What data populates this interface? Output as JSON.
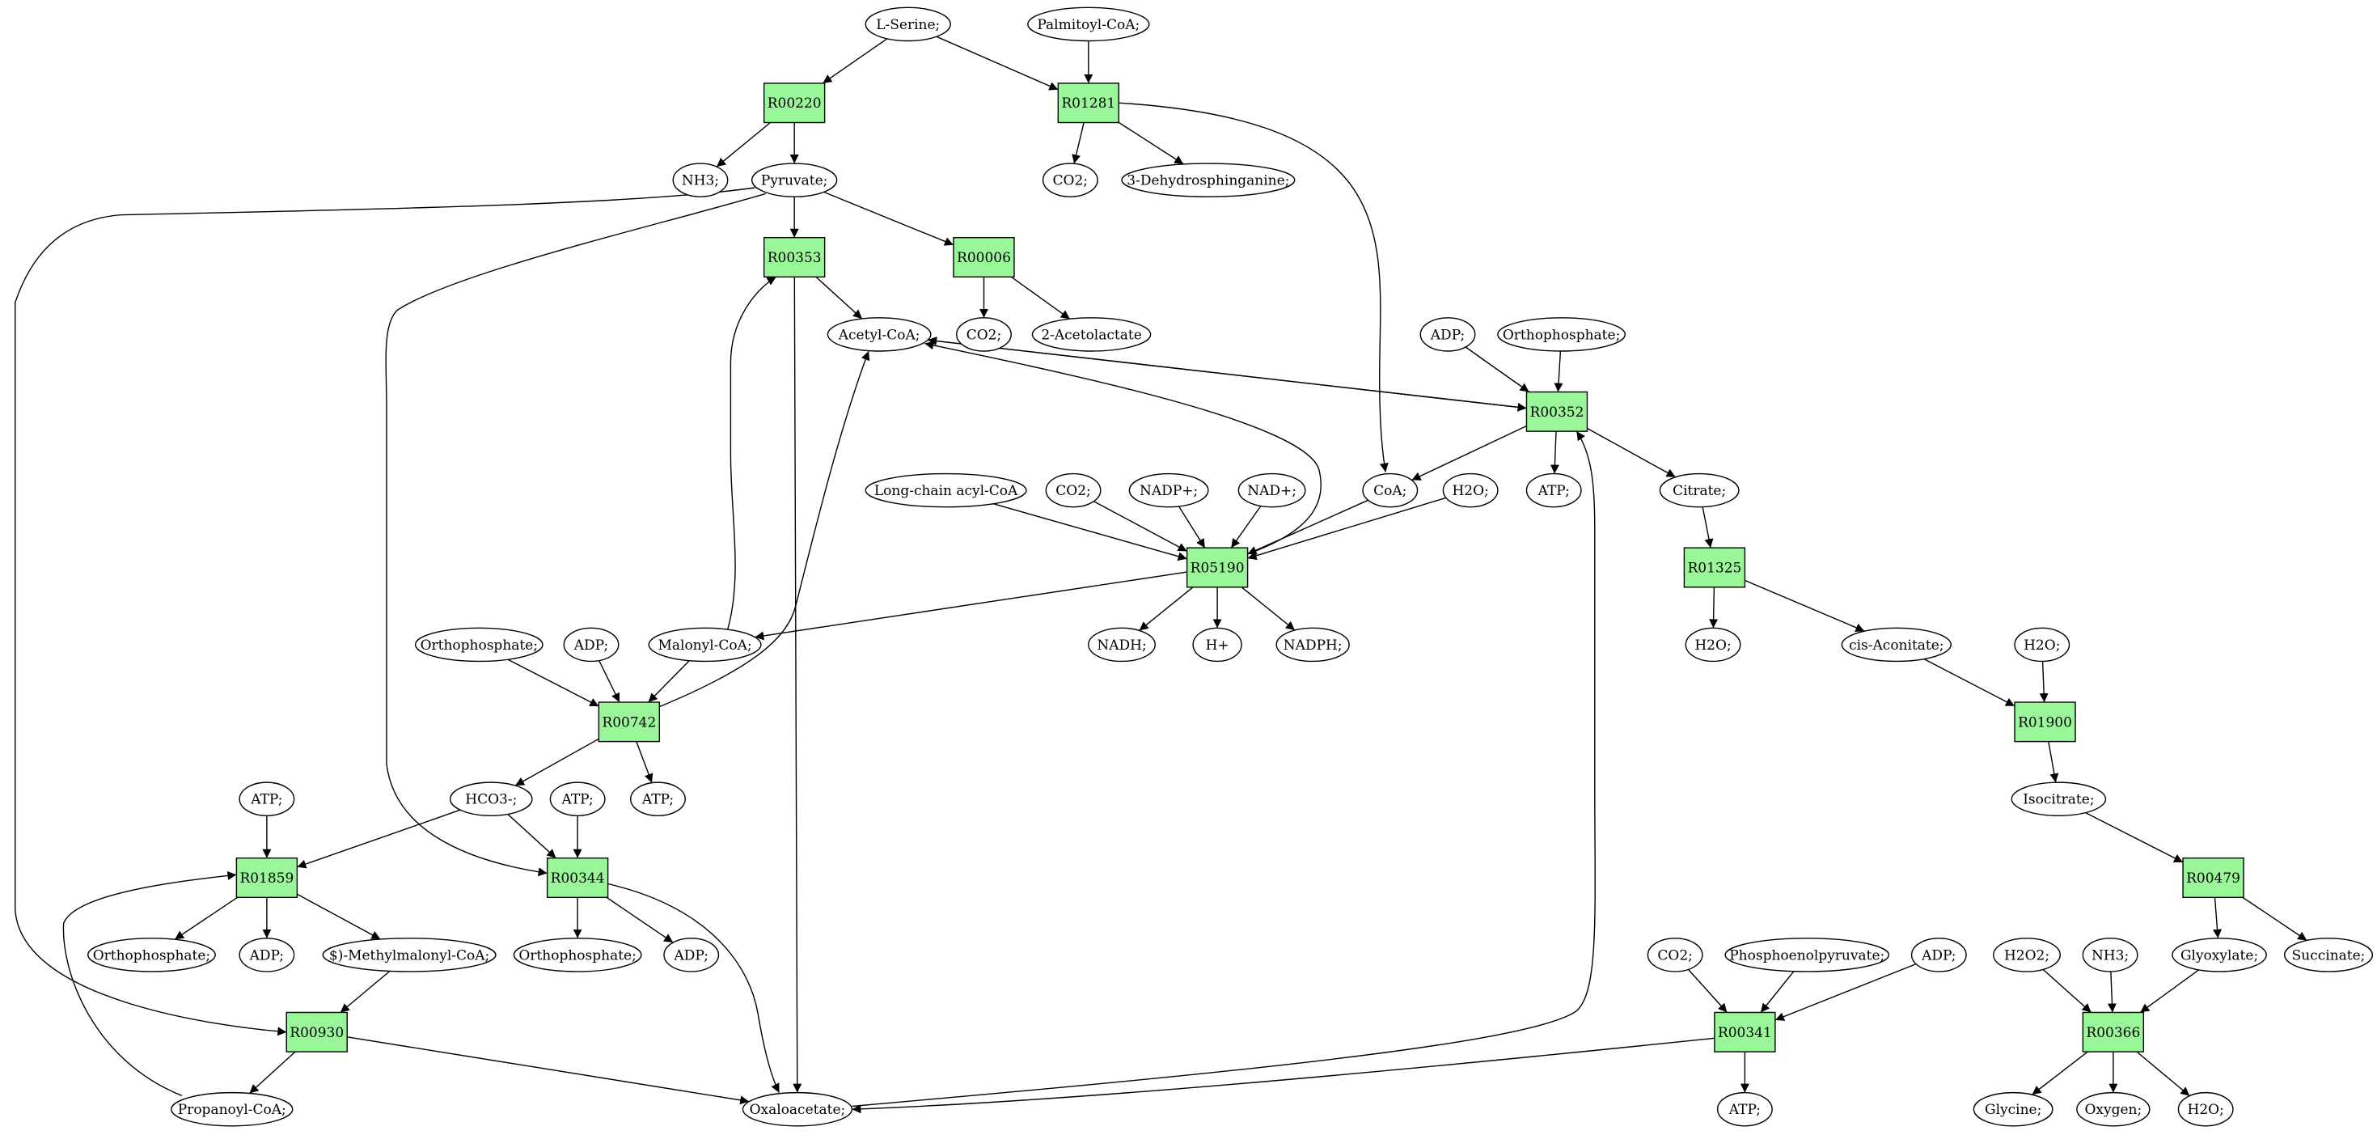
{
  "colors": {
    "reaction_fill": "#99f799",
    "start_fill": "#00ff00",
    "target_fill": "#ffff00",
    "compound_fill": "#ffffff",
    "stroke": "#000000"
  },
  "nodes": [
    {
      "id": "L-Serine",
      "label": "L-Serine;",
      "kind": "compound",
      "highlight": "start"
    },
    {
      "id": "Palmitoyl-CoA",
      "label": "Palmitoyl-CoA;",
      "kind": "compound"
    },
    {
      "id": "R00220",
      "label": "R00220",
      "kind": "reaction"
    },
    {
      "id": "R01281",
      "label": "R01281",
      "kind": "reaction"
    },
    {
      "id": "NH3-1",
      "label": "NH3;",
      "kind": "compound"
    },
    {
      "id": "Pyruvate",
      "label": "Pyruvate;",
      "kind": "compound"
    },
    {
      "id": "CO2-1",
      "label": "CO2;",
      "kind": "compound"
    },
    {
      "id": "3-Dehydrosphinganine",
      "label": "3-Dehydrosphinganine;",
      "kind": "compound"
    },
    {
      "id": "R00353",
      "label": "R00353",
      "kind": "reaction"
    },
    {
      "id": "R00006",
      "label": "R00006",
      "kind": "reaction"
    },
    {
      "id": "Acetyl-CoA",
      "label": "Acetyl-CoA;",
      "kind": "compound"
    },
    {
      "id": "CO2-2",
      "label": "CO2;",
      "kind": "compound"
    },
    {
      "id": "2-Acetolactate",
      "label": "2-Acetolactate",
      "kind": "compound"
    },
    {
      "id": "ADP-1",
      "label": "ADP;",
      "kind": "compound"
    },
    {
      "id": "Orthophosphate-1",
      "label": "Orthophosphate;",
      "kind": "compound"
    },
    {
      "id": "R00352",
      "label": "R00352",
      "kind": "reaction"
    },
    {
      "id": "Long-chain-acyl-CoA",
      "label": "Long-chain acyl-CoA",
      "kind": "compound"
    },
    {
      "id": "CO2-3",
      "label": "CO2;",
      "kind": "compound"
    },
    {
      "id": "NADP+",
      "label": "NADP+;",
      "kind": "compound"
    },
    {
      "id": "NAD+",
      "label": "NAD+;",
      "kind": "compound"
    },
    {
      "id": "CoA",
      "label": "CoA;",
      "kind": "compound"
    },
    {
      "id": "H2O-1",
      "label": "H2O;",
      "kind": "compound"
    },
    {
      "id": "ATP-1",
      "label": "ATP;",
      "kind": "compound"
    },
    {
      "id": "Citrate",
      "label": "Citrate;",
      "kind": "compound"
    },
    {
      "id": "R05190",
      "label": "R05190",
      "kind": "reaction"
    },
    {
      "id": "R01325",
      "label": "R01325",
      "kind": "reaction"
    },
    {
      "id": "Orthophosphate-2",
      "label": "Orthophosphate;",
      "kind": "compound"
    },
    {
      "id": "ADP-2",
      "label": "ADP;",
      "kind": "compound"
    },
    {
      "id": "Malonyl-CoA",
      "label": "Malonyl-CoA;",
      "kind": "compound"
    },
    {
      "id": "NADH",
      "label": "NADH;",
      "kind": "compound"
    },
    {
      "id": "H+",
      "label": "H+",
      "kind": "compound"
    },
    {
      "id": "NADPH",
      "label": "NADPH;",
      "kind": "compound"
    },
    {
      "id": "H2O-2",
      "label": "H2O;",
      "kind": "compound"
    },
    {
      "id": "cis-Aconitate",
      "label": "cis-Aconitate;",
      "kind": "compound"
    },
    {
      "id": "H2O-3",
      "label": "H2O;",
      "kind": "compound"
    },
    {
      "id": "R00742",
      "label": "R00742",
      "kind": "reaction"
    },
    {
      "id": "R01900",
      "label": "R01900",
      "kind": "reaction"
    },
    {
      "id": "ATP-2",
      "label": "ATP;",
      "kind": "compound"
    },
    {
      "id": "HCO3-",
      "label": "HCO3-;",
      "kind": "compound"
    },
    {
      "id": "ATP-3",
      "label": "ATP;",
      "kind": "compound"
    },
    {
      "id": "ATP-4",
      "label": "ATP;",
      "kind": "compound"
    },
    {
      "id": "Isocitrate",
      "label": "Isocitrate;",
      "kind": "compound"
    },
    {
      "id": "R01859",
      "label": "R01859",
      "kind": "reaction"
    },
    {
      "id": "R00344",
      "label": "R00344",
      "kind": "reaction"
    },
    {
      "id": "R00479",
      "label": "R00479",
      "kind": "reaction"
    },
    {
      "id": "Orthophosphate-3",
      "label": "Orthophosphate;",
      "kind": "compound"
    },
    {
      "id": "ADP-3",
      "label": "ADP;",
      "kind": "compound"
    },
    {
      "id": "S-Methylmalonyl-CoA",
      "label": "$)-Methylmalonyl-CoA;",
      "kind": "compound"
    },
    {
      "id": "Orthophosphate-4",
      "label": "Orthophosphate;",
      "kind": "compound"
    },
    {
      "id": "ADP-4",
      "label": "ADP;",
      "kind": "compound"
    },
    {
      "id": "CO2-4",
      "label": "CO2;",
      "kind": "compound"
    },
    {
      "id": "Phosphoenolpyruvate",
      "label": "Phosphoenolpyruvate;",
      "kind": "compound"
    },
    {
      "id": "ADP-5",
      "label": "ADP;",
      "kind": "compound"
    },
    {
      "id": "H2O2",
      "label": "H2O2;",
      "kind": "compound"
    },
    {
      "id": "NH3-2",
      "label": "NH3;",
      "kind": "compound"
    },
    {
      "id": "Glyoxylate",
      "label": "Glyoxylate;",
      "kind": "compound"
    },
    {
      "id": "Succinate",
      "label": "Succinate;",
      "kind": "compound"
    },
    {
      "id": "R00930",
      "label": "R00930",
      "kind": "reaction"
    },
    {
      "id": "R00341",
      "label": "R00341",
      "kind": "reaction"
    },
    {
      "id": "R00366",
      "label": "R00366",
      "kind": "reaction"
    },
    {
      "id": "Propanoyl-CoA",
      "label": "Propanoyl-CoA;",
      "kind": "compound"
    },
    {
      "id": "Oxaloacetate",
      "label": "Oxaloacetate;",
      "kind": "compound"
    },
    {
      "id": "ATP-5",
      "label": "ATP;",
      "kind": "compound"
    },
    {
      "id": "Glycine",
      "label": "Glycine;",
      "kind": "compound",
      "highlight": "target"
    },
    {
      "id": "Oxygen",
      "label": "Oxygen;",
      "kind": "compound"
    },
    {
      "id": "H2O-4",
      "label": "H2O;",
      "kind": "compound"
    }
  ],
  "edges": [
    {
      "from": "L-Serine",
      "to": "R00220"
    },
    {
      "from": "L-Serine",
      "to": "R01281"
    },
    {
      "from": "Palmitoyl-CoA",
      "to": "R01281"
    },
    {
      "from": "R00220",
      "to": "NH3-1"
    },
    {
      "from": "R00220",
      "to": "Pyruvate"
    },
    {
      "from": "R01281",
      "to": "CO2-1"
    },
    {
      "from": "R01281",
      "to": "3-Dehydrosphinganine"
    },
    {
      "from": "R01281",
      "to": "CoA"
    },
    {
      "from": "Pyruvate",
      "to": "R00353"
    },
    {
      "from": "Pyruvate",
      "to": "R00006"
    },
    {
      "from": "Pyruvate",
      "to": "R00930"
    },
    {
      "from": "Pyruvate",
      "to": "R00344"
    },
    {
      "from": "R00353",
      "to": "Acetyl-CoA"
    },
    {
      "from": "R00353",
      "to": "Oxaloacetate"
    },
    {
      "from": "R00006",
      "to": "CO2-2"
    },
    {
      "from": "R00006",
      "to": "2-Acetolactate"
    },
    {
      "from": "Acetyl-CoA",
      "to": "R00352"
    },
    {
      "from": "R00352",
      "to": "Acetyl-CoA"
    },
    {
      "from": "R05190",
      "to": "Acetyl-CoA"
    },
    {
      "from": "ADP-1",
      "to": "R00352"
    },
    {
      "from": "Orthophosphate-1",
      "to": "R00352"
    },
    {
      "from": "R00352",
      "to": "CoA"
    },
    {
      "from": "R00352",
      "to": "ATP-1"
    },
    {
      "from": "R00352",
      "to": "Citrate"
    },
    {
      "from": "Oxaloacetate",
      "to": "R00352"
    },
    {
      "from": "Long-chain-acyl-CoA",
      "to": "R05190"
    },
    {
      "from": "CO2-3",
      "to": "R05190"
    },
    {
      "from": "NADP+",
      "to": "R05190"
    },
    {
      "from": "NAD+",
      "to": "R05190"
    },
    {
      "from": "CoA",
      "to": "R05190"
    },
    {
      "from": "H2O-1",
      "to": "R05190"
    },
    {
      "from": "R05190",
      "to": "NADH"
    },
    {
      "from": "R05190",
      "to": "H+"
    },
    {
      "from": "R05190",
      "to": "NADPH"
    },
    {
      "from": "R05190",
      "to": "Malonyl-CoA"
    },
    {
      "from": "Malonyl-CoA",
      "to": "R00353"
    },
    {
      "from": "Malonyl-CoA",
      "to": "R00742"
    },
    {
      "from": "Citrate",
      "to": "R01325"
    },
    {
      "from": "R01325",
      "to": "H2O-2"
    },
    {
      "from": "R01325",
      "to": "cis-Aconitate"
    },
    {
      "from": "cis-Aconitate",
      "to": "R01900"
    },
    {
      "from": "H2O-3",
      "to": "R01900"
    },
    {
      "from": "R01900",
      "to": "Isocitrate"
    },
    {
      "from": "Isocitrate",
      "to": "R00479"
    },
    {
      "from": "R00479",
      "to": "Glyoxylate"
    },
    {
      "from": "R00479",
      "to": "Succinate"
    },
    {
      "from": "Orthophosphate-2",
      "to": "R00742"
    },
    {
      "from": "ADP-2",
      "to": "R00742"
    },
    {
      "from": "R00742",
      "to": "Acetyl-CoA"
    },
    {
      "from": "R00742",
      "to": "HCO3-"
    },
    {
      "from": "R00742",
      "to": "ATP-2"
    },
    {
      "from": "ATP-3",
      "to": "R01859"
    },
    {
      "from": "HCO3-",
      "to": "R01859"
    },
    {
      "from": "HCO3-",
      "to": "R00344"
    },
    {
      "from": "ATP-4",
      "to": "R00344"
    },
    {
      "from": "R01859",
      "to": "Orthophosphate-3"
    },
    {
      "from": "R01859",
      "to": "ADP-3"
    },
    {
      "from": "R01859",
      "to": "S-Methylmalonyl-CoA"
    },
    {
      "from": "Propanoyl-CoA",
      "to": "R01859"
    },
    {
      "from": "S-Methylmalonyl-CoA",
      "to": "R00930"
    },
    {
      "from": "R00930",
      "to": "Propanoyl-CoA"
    },
    {
      "from": "R00930",
      "to": "Oxaloacetate"
    },
    {
      "from": "R00344",
      "to": "Orthophosphate-4"
    },
    {
      "from": "R00344",
      "to": "ADP-4"
    },
    {
      "from": "R00344",
      "to": "Oxaloacetate"
    },
    {
      "from": "CO2-4",
      "to": "R00341"
    },
    {
      "from": "Phosphoenolpyruvate",
      "to": "R00341"
    },
    {
      "from": "ADP-5",
      "to": "R00341"
    },
    {
      "from": "R00341",
      "to": "Oxaloacetate"
    },
    {
      "from": "R00341",
      "to": "ATP-5"
    },
    {
      "from": "H2O2",
      "to": "R00366"
    },
    {
      "from": "NH3-2",
      "to": "R00366"
    },
    {
      "from": "Glyoxylate",
      "to": "R00366"
    },
    {
      "from": "R00366",
      "to": "Glycine"
    },
    {
      "from": "R00366",
      "to": "Oxygen"
    },
    {
      "from": "R00366",
      "to": "H2O-4"
    }
  ]
}
